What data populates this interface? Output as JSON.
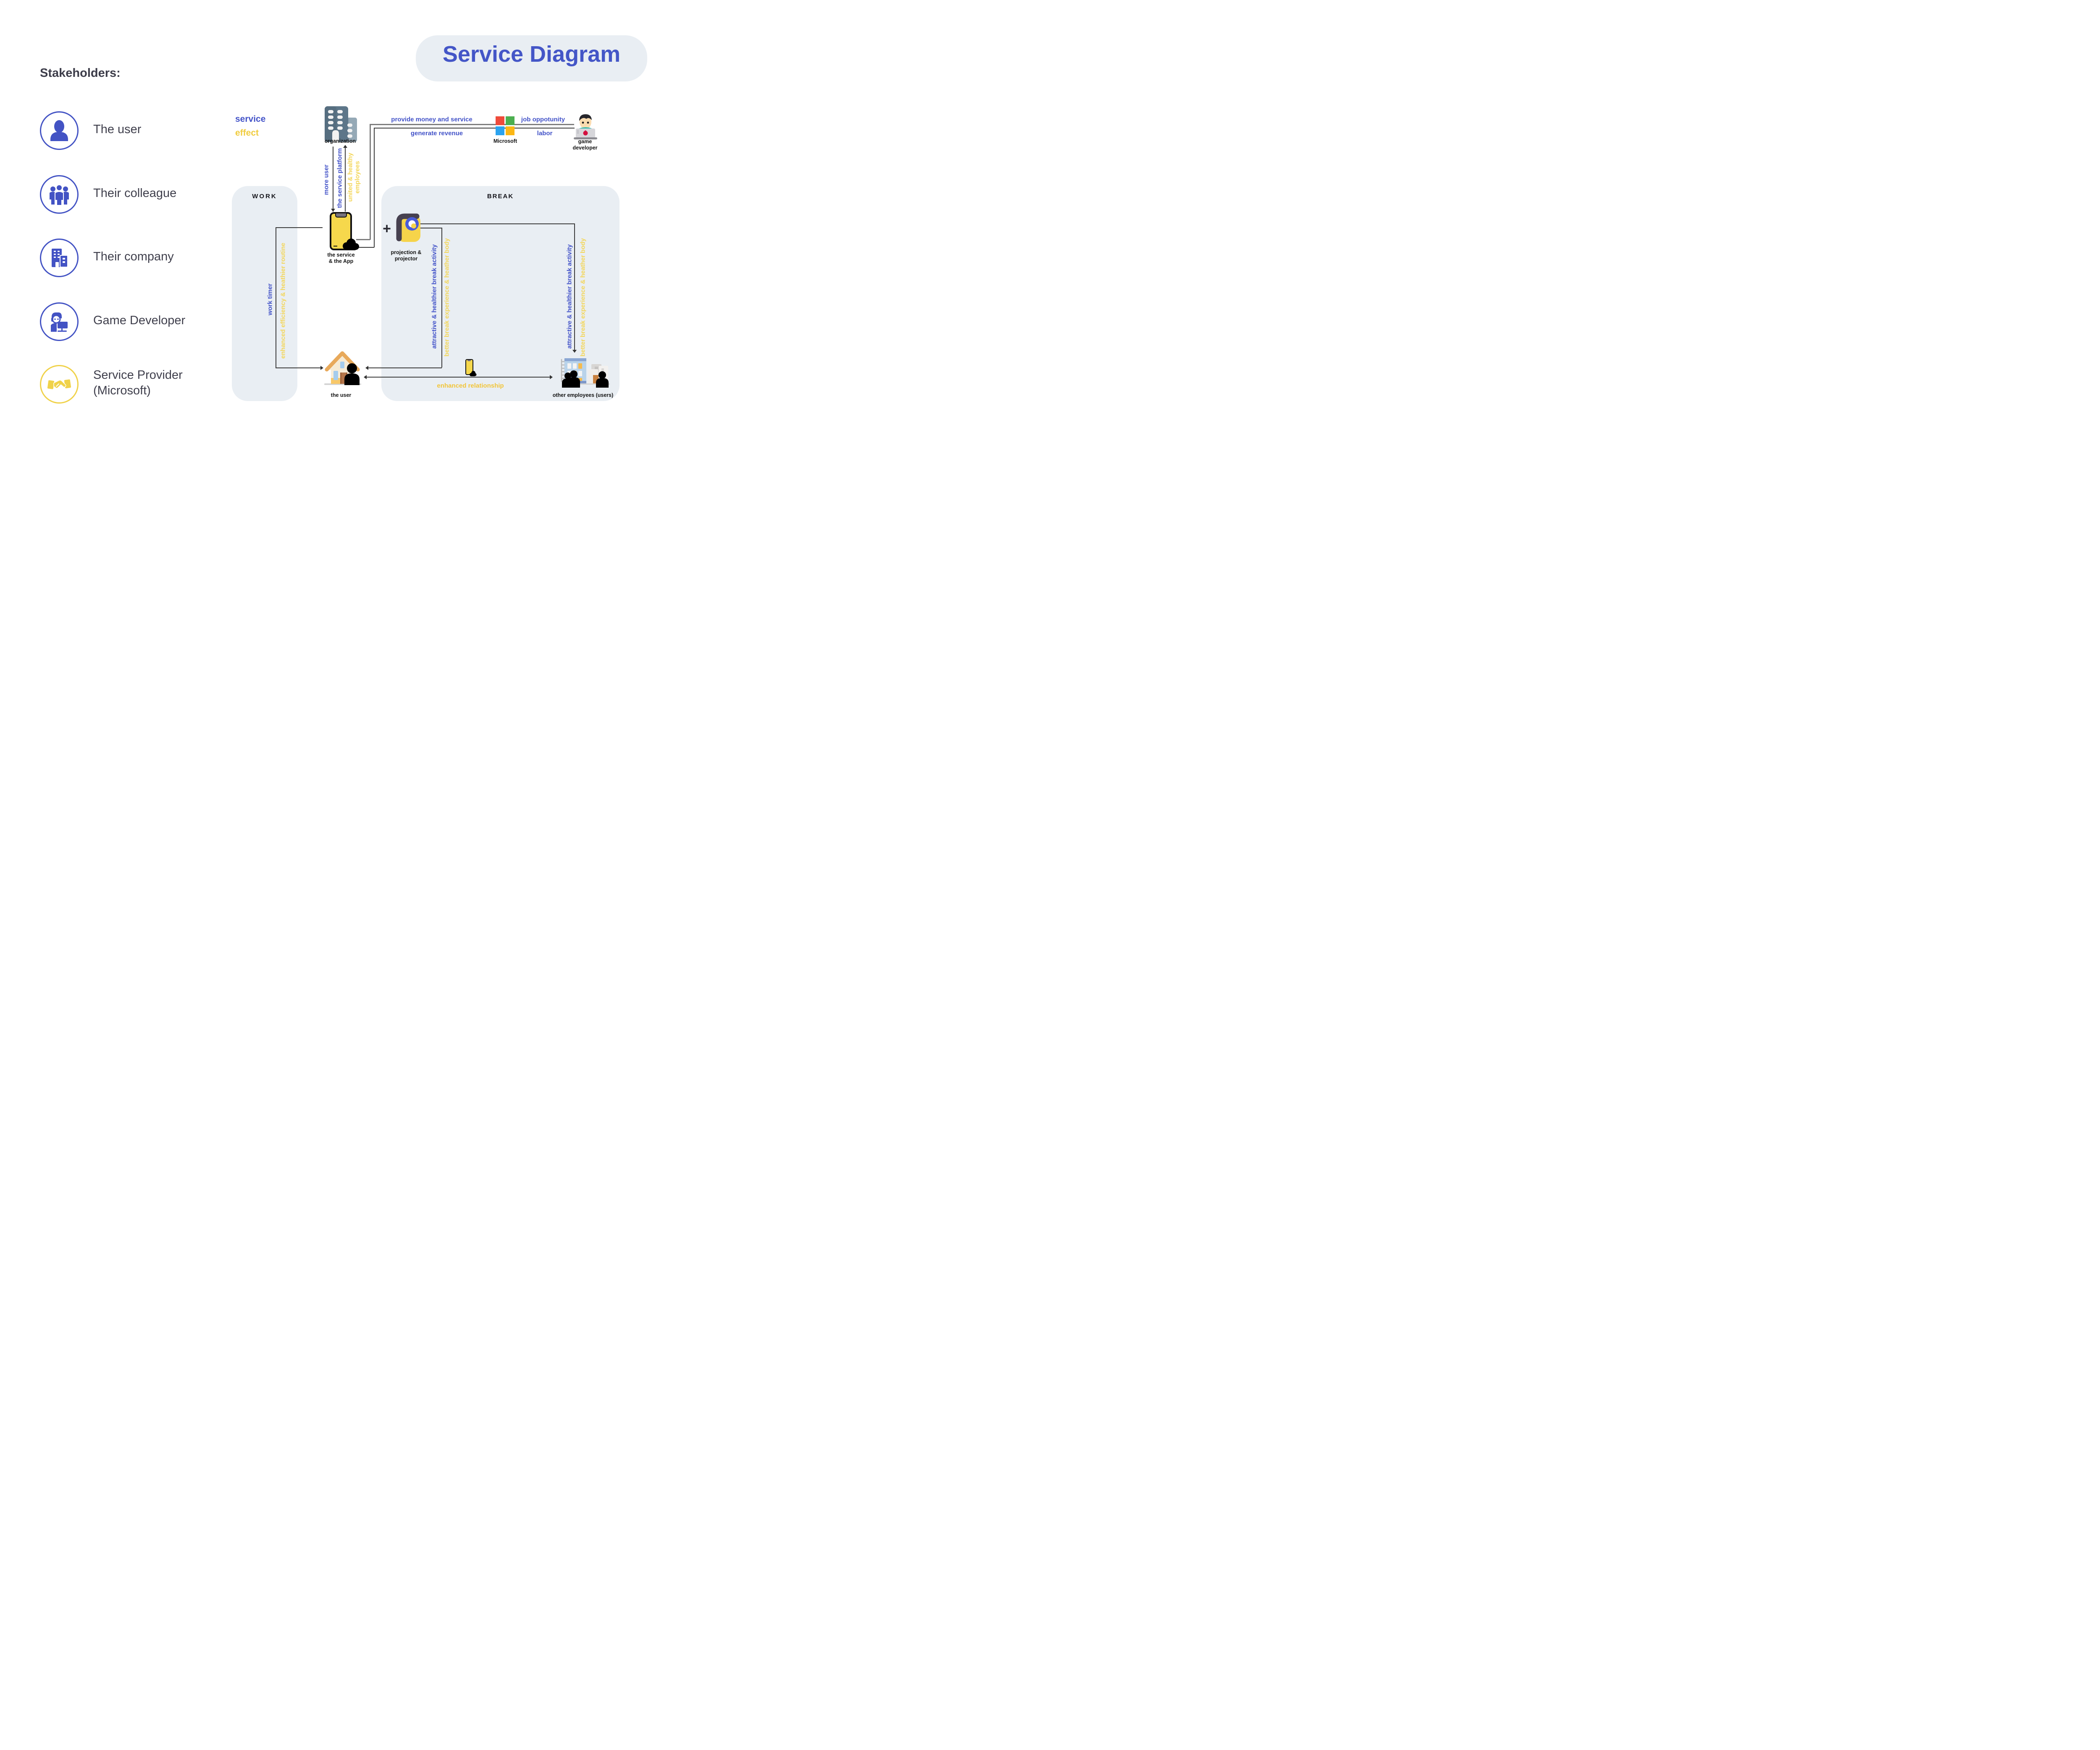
{
  "title": "Service Diagram",
  "stakeholders": {
    "heading": "Stakeholders:",
    "items": [
      {
        "label": "The user",
        "icon": "user-icon"
      },
      {
        "label": "Their colleague",
        "icon": "colleagues-icon"
      },
      {
        "label": "Their company",
        "icon": "company-buildings-icon"
      },
      {
        "label": "Game Developer",
        "icon": "game-developer-icon"
      },
      {
        "label_line1": "Service Provider",
        "label_line2": "(Microsoft)",
        "icon": "handshake-icon"
      }
    ]
  },
  "legend": {
    "service": "service",
    "effect": "effect"
  },
  "zones": {
    "work": "WORK",
    "break": "BREAK"
  },
  "nodes": {
    "organization": "organization",
    "microsoft": "Microsoft",
    "game_developer_line1": "game",
    "game_developer_line2": "developer",
    "service_app_line1": "the service",
    "service_app_line2": "& the App",
    "projector_line1": "projection &",
    "projector_line2": "projector",
    "the_user": "the user",
    "other_employees": "other employees (users)",
    "plus_sign": "+"
  },
  "edges": {
    "provide_money": "provide money and service",
    "generate_revenue": "generate revenue",
    "job_opportunity": "job oppotunity",
    "labor": "labor",
    "more_user": "more user",
    "service_platform": "the service platform",
    "united_healthy_line1": "united & healthy",
    "united_healthy_line2": "employees",
    "work_timer": "work timer",
    "enhanced_efficiency": "enhanced efficiency & heathier routine",
    "attractive_break": "attractive & healthier break activity",
    "better_break": "better break experience & heather body",
    "enhanced_relationship": "enhanced relationship"
  },
  "colors": {
    "service_blue": "#4353c8",
    "effect_yellow": "#f0cc3e",
    "title_blue": "#4456c7",
    "panel_bg": "#e9eef3",
    "ms_red": "#ef4b3b",
    "ms_green": "#4caf50",
    "ms_blue": "#2ba3ef",
    "ms_yellow": "#fcb714",
    "phone_yellow": "#f6d84c",
    "org_slate": "#5d7689"
  }
}
